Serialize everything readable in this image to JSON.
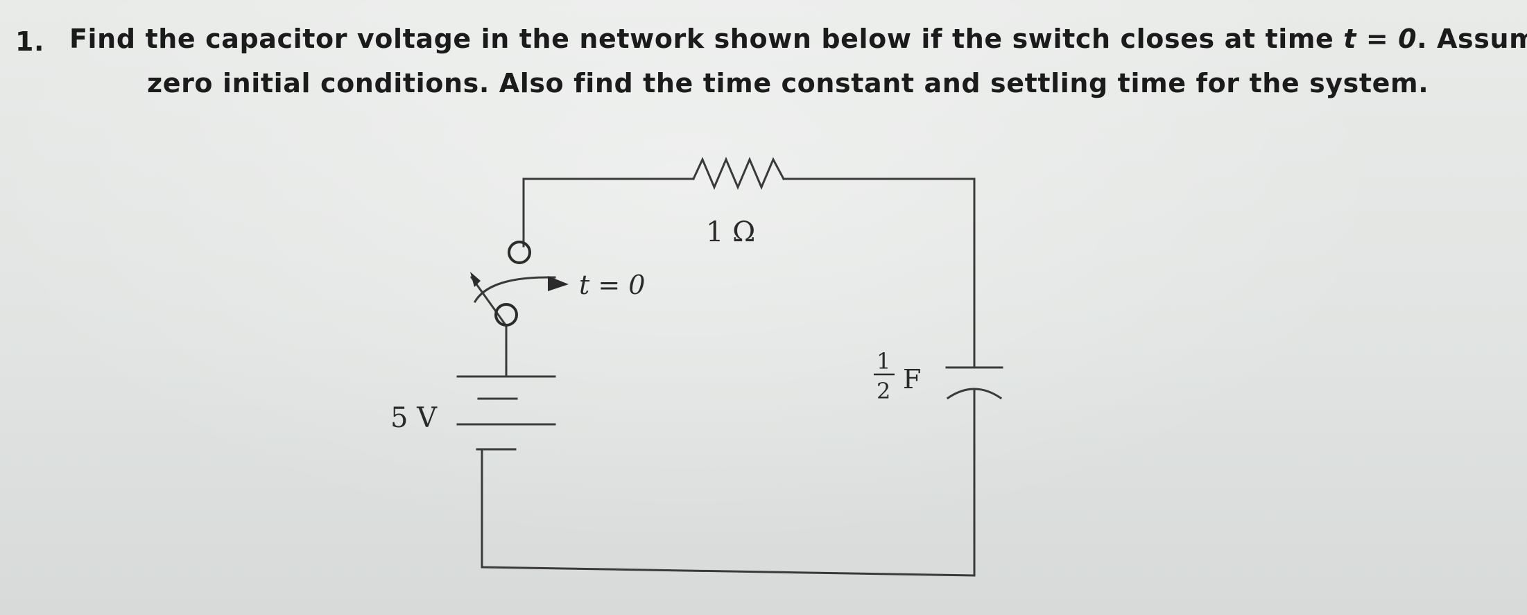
{
  "question": {
    "number": "1.",
    "line1_pre": "Find the capacitor voltage in the network shown below if the switch closes at time ",
    "line1_math": "t = 0",
    "line1_post": ".  Assume",
    "line2": "zero initial conditions.  Also find the time constant and settling time for the system."
  },
  "circuit": {
    "resistor_label": "1 Ω",
    "switch_label": "t = 0",
    "source_label": "5 V",
    "capacitor_num": "1",
    "capacitor_den": "2",
    "capacitor_unit": "F"
  },
  "colors": {
    "ink": "#1b1b1b",
    "wire": "#3a3a3a",
    "paper": "#e4e7e5"
  }
}
